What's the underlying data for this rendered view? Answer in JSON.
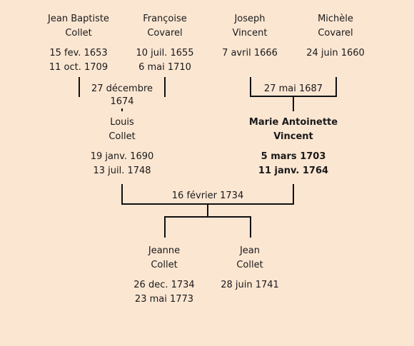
{
  "generation1": [
    {
      "name1": "Jean Baptiste",
      "name2": "Collet",
      "birth": "15 fev. 1653",
      "death": "11 oct. 1709"
    },
    {
      "name1": "Françoise",
      "name2": "Covarel",
      "birth": "10 juil. 1655",
      "death": "6 mai 1710"
    },
    {
      "name1": "Joseph",
      "name2": "Vincent",
      "birth": "7 avril 1666",
      "death": ""
    },
    {
      "name1": "Michèle",
      "name2": "Covarel",
      "birth": "24 juin 1660",
      "death": ""
    }
  ],
  "marriages": {
    "left": "27 décembre 1674",
    "right": "27 mai 1687",
    "center": "16 février 1734"
  },
  "generation2": [
    {
      "name1": "Louis",
      "name2": "Collet",
      "birth": "19 janv. 1690",
      "death": "13 juil. 1748"
    },
    {
      "name1": "Marie Antoinette",
      "name2": "Vincent",
      "birth": "5 mars 1703",
      "death": "11 janv. 1764",
      "highlighted": true
    }
  ],
  "generation3": [
    {
      "name1": "Jeanne",
      "name2": "Collet",
      "birth": "26 dec. 1734",
      "death": "23 mai 1773"
    },
    {
      "name1": "Jean",
      "name2": "Collet",
      "birth": "28 juin 1741",
      "death": ""
    }
  ]
}
